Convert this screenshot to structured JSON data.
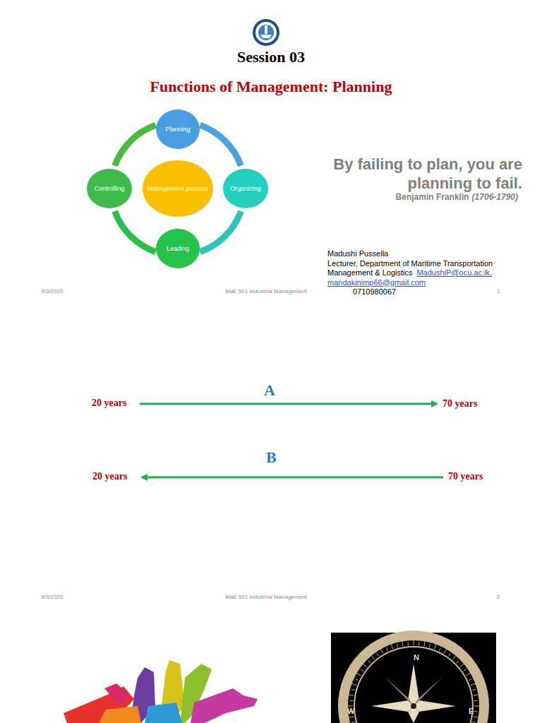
{
  "diagram": {
    "title": "Session 03",
    "nodes": [
      {
        "text": [
          "Planning"
        ]
      },
      {
        "text": [
          "Controlling"
        ]
      },
      {
        "text": [
          "Management process"
        ]
      },
      {
        "text": [
          "Organizing"
        ]
      },
      {
        "text": [
          "Leading"
        ]
      }
    ],
    "edges": [
      {
        "from": 0,
        "to": 3,
        "arrow": "none"
      },
      {
        "from": 3,
        "to": 4,
        "arrow": "none"
      },
      {
        "from": 4,
        "to": 1,
        "arrow": "none"
      },
      {
        "from": 1,
        "to": 0,
        "arrow": "none"
      }
    ],
    "labels": [
      "Functions of Management: Planning",
      "By failing to plan, you are planning to fail.",
      "Benjamin Franklin",
      "(1706-1790)",
      "Madushi Pussella",
      "Lecturer, Department of Maritime Transportation Management & Logistics",
      "MadushiP@ocu.ac.lk,",
      "mandakinimp66@gmail.com",
      "0710980067",
      "9/3/2020",
      "MaE 501 Industrial Management",
      "1",
      "A",
      "20 years",
      "70 years",
      "B",
      "20 years",
      "70 years",
      "9/3/2020",
      "MaE 501 Industrial Management",
      "2",
      "N",
      "W",
      "E"
    ]
  }
}
